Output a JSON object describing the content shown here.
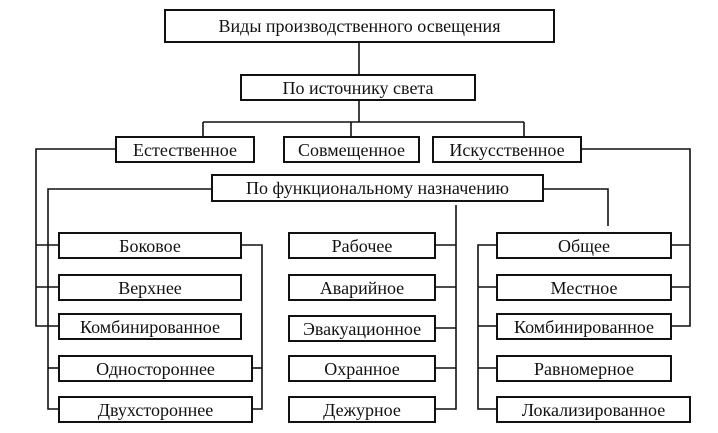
{
  "title": "Виды производственного освещения",
  "by_source": {
    "label": "По источнику света",
    "items": [
      "Естественное",
      "Совмещенное",
      "Искусственное"
    ]
  },
  "by_function": {
    "label": "По функциональному назначению"
  },
  "columns": {
    "left": [
      "Боковое",
      "Верхнее",
      "Комбинированное",
      "Одностороннее",
      "Двухстороннее"
    ],
    "middle": [
      "Рабочее",
      "Аварийное",
      "Эвакуационное",
      "Охранное",
      "Дежурное"
    ],
    "right": [
      "Общее",
      "Местное",
      "Комбинированное",
      "Равномерное",
      "Локализированное"
    ]
  }
}
